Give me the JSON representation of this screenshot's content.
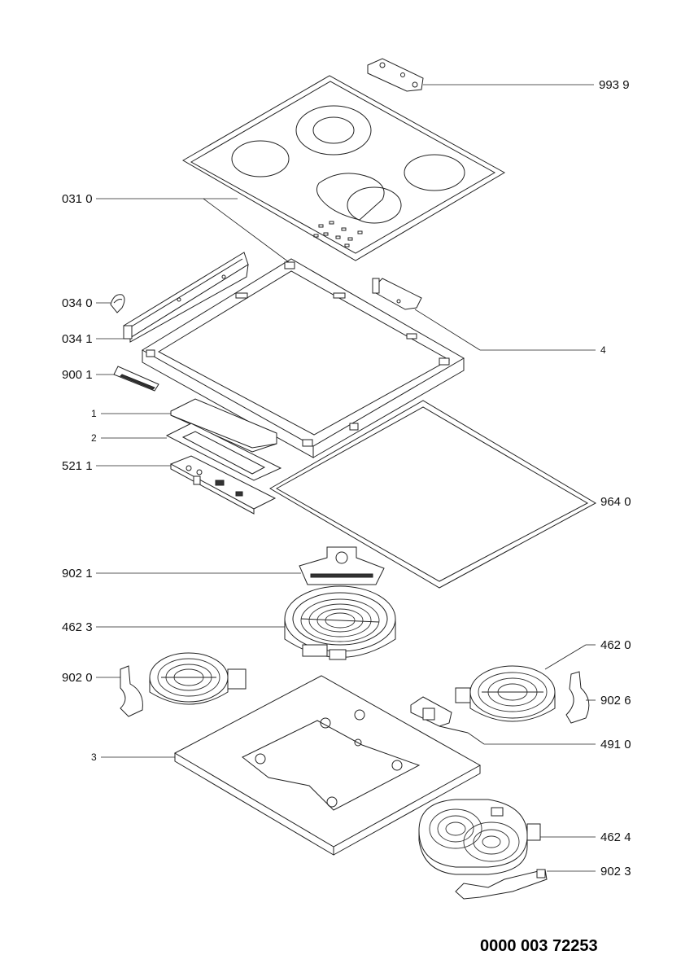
{
  "document_number": "0000 003 72253",
  "labels": {
    "glass_bracket": "993 9",
    "glass_top": "031 0",
    "clip": "034 0",
    "front_rail": "034 1",
    "strip": "900 1",
    "part_1": "1",
    "part_2": "2",
    "control_board": "521 1",
    "bracket_right": "4",
    "seal": "964 0",
    "bracket_902_1": "902 1",
    "heater_462_3": "462 3",
    "heater_462_0": "462 0",
    "bracket_902_0": "902 0",
    "bracket_902_6": "902 6",
    "limiter_491_0": "491 0",
    "base_plate": "3",
    "heater_462_4": "462 4",
    "bracket_902_3": "902 3"
  }
}
